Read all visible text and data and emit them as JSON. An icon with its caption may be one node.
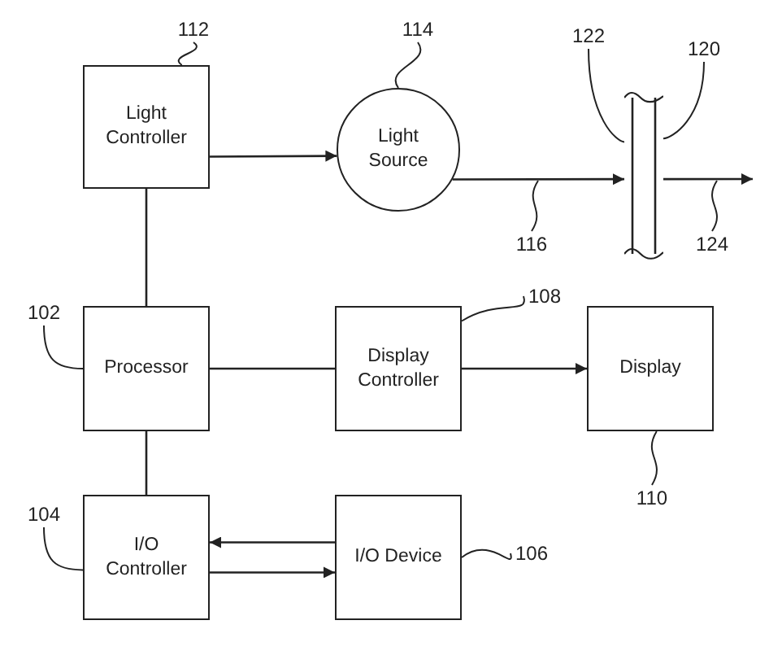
{
  "diagram": {
    "nodes": [
      {
        "text": [
          "112"
        ]
      },
      {
        "text": [
          "114"
        ]
      },
      {
        "text": [
          "122"
        ]
      },
      {
        "text": [
          "120"
        ]
      },
      {
        "text": [
          "Light Controller"
        ]
      },
      {
        "text": [
          "Light Source"
        ]
      },
      {
        "text": [],
        "shape": "bar"
      },
      {
        "text": [
          "116"
        ]
      },
      {
        "text": [
          "124"
        ]
      },
      {
        "text": [
          "108"
        ]
      },
      {
        "text": [
          "102"
        ]
      },
      {
        "text": [
          "Processor"
        ]
      },
      {
        "text": [
          "Display Controller"
        ]
      },
      {
        "text": [
          "Display"
        ]
      },
      {
        "text": [
          "110"
        ]
      },
      {
        "text": [
          "104"
        ]
      },
      {
        "text": [
          "I/O Controller"
        ]
      },
      {
        "text": [
          "I/O Device"
        ]
      },
      {
        "text": [
          "106"
        ]
      }
    ],
    "edges": [
      {
        "from": 4,
        "to": 5,
        "arrow": "to"
      },
      {
        "from": 4,
        "to": 11,
        "arrow": "none"
      },
      {
        "from": 11,
        "to": 12,
        "arrow": "none"
      },
      {
        "from": 12,
        "to": 13,
        "arrow": "to"
      },
      {
        "from": 11,
        "to": 16,
        "arrow": "none"
      },
      {
        "from": 17,
        "to": 16,
        "arrow": "to"
      },
      {
        "from": 16,
        "to": 17,
        "arrow": "to"
      },
      {
        "from": 5,
        "to": 6,
        "arrow": "to"
      },
      {
        "from": 6,
        "to": null,
        "arrow": "to"
      },
      {
        "from": 0,
        "to": 4,
        "arrow": "none"
      },
      {
        "from": 1,
        "to": 5,
        "arrow": "none"
      },
      {
        "from": 2,
        "to": 6,
        "arrow": "none"
      },
      {
        "from": 3,
        "to": 6,
        "arrow": "none"
      },
      {
        "from": 7,
        "to": null,
        "arrow": "none"
      },
      {
        "from": 8,
        "to": null,
        "arrow": "none"
      },
      {
        "from": 9,
        "to": 12,
        "arrow": "none"
      },
      {
        "from": 10,
        "to": 11,
        "arrow": "none"
      },
      {
        "from": 14,
        "to": 13,
        "arrow": "none"
      },
      {
        "from": 15,
        "to": 16,
        "arrow": "none"
      },
      {
        "from": 18,
        "to": 17,
        "arrow": "none"
      }
    ]
  }
}
